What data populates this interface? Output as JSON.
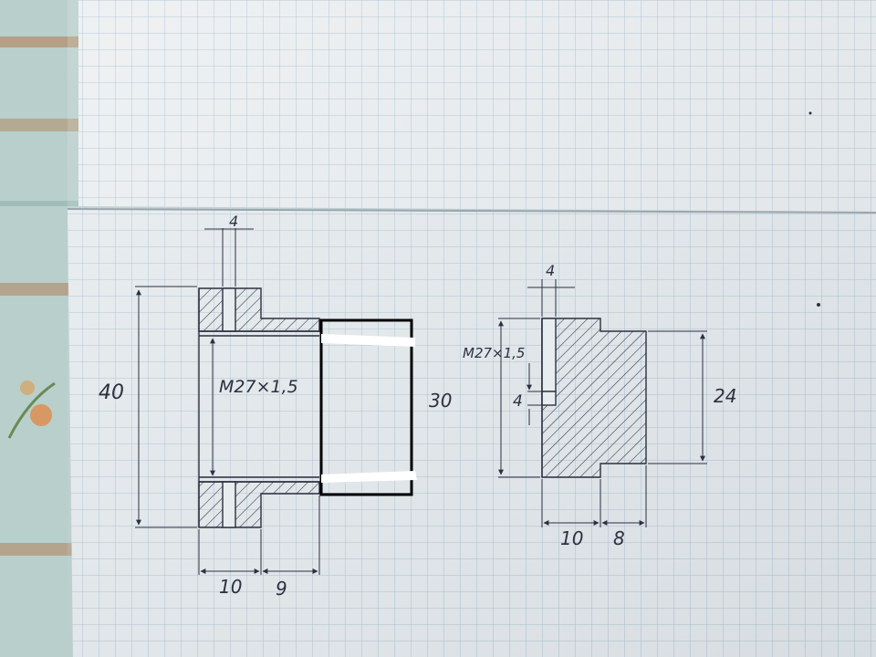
{
  "colors": {
    "paper": "#e7ecef",
    "paper_upper": "#eceff1",
    "grid": "#a9c1d2",
    "ink": "#2c3040",
    "tablecloth": "#b9cfcb",
    "marker": "#000000"
  },
  "left_drawing": {
    "dim_height": "40",
    "dim_top_gap": "4",
    "thread_label": "M27×1,5",
    "dim_width_left": "10",
    "dim_width_right": "9",
    "dim_bore": "30"
  },
  "right_drawing": {
    "dim_top_gap": "4",
    "thread_label": "M27×1,5",
    "dim_slot": "4",
    "dim_height": "24",
    "dim_width_left": "10",
    "dim_width_right": "8"
  }
}
